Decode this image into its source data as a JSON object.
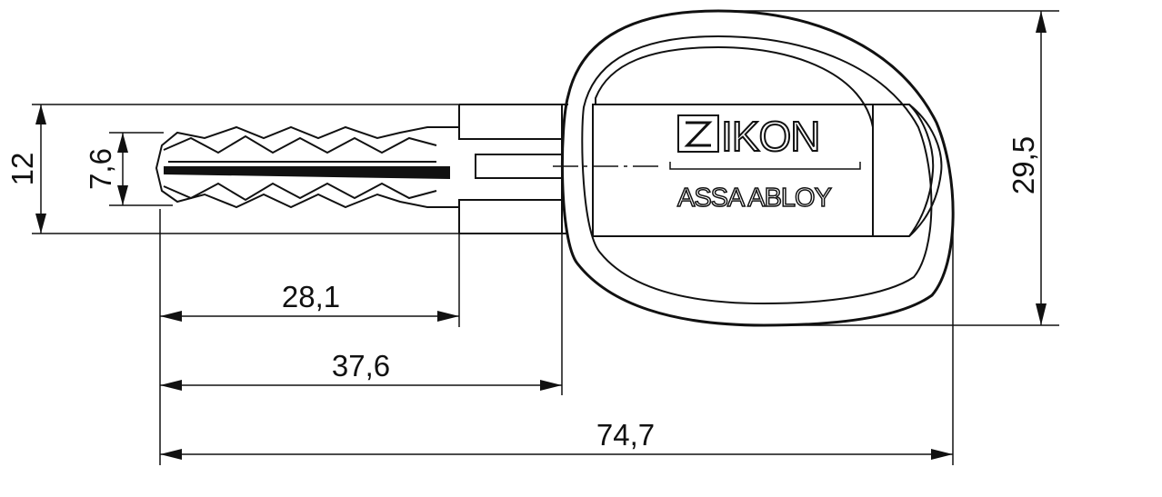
{
  "dimensions": {
    "height_outer": "12",
    "height_inner": "7,6",
    "blade_length": "28,1",
    "shoulder_length": "37,6",
    "total_length": "74,7",
    "head_height": "29,5"
  },
  "branding": {
    "brand_name": "IKON",
    "sub_brand": "ASSA ABLOY"
  },
  "colors": {
    "line": "#111111",
    "background": "#ffffff"
  }
}
